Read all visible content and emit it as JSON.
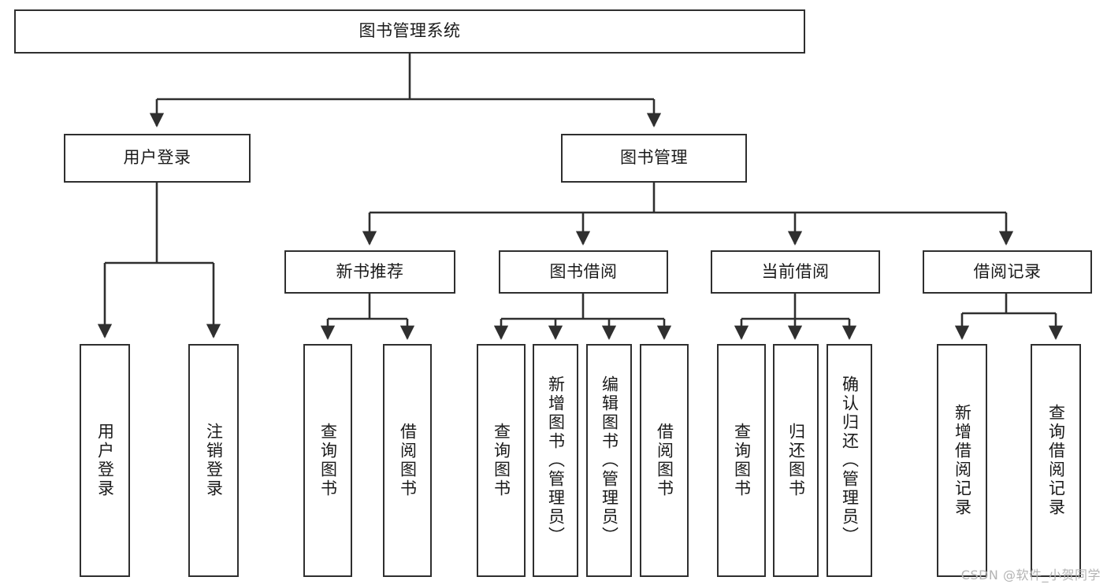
{
  "diagram": {
    "title": "图书管理系统",
    "type": "tree",
    "orientation": "top-down",
    "colors": {
      "box_border": "#2f2f2f",
      "box_fill": "#ffffff",
      "connector": "#2f2f2f",
      "text": "#1a1a1a",
      "watermark": "#b4b4b4",
      "background": "#ffffff"
    }
  },
  "root": {
    "label": "图书管理系统"
  },
  "level1": [
    {
      "id": "user-login",
      "label": "用户登录"
    },
    {
      "id": "book-management",
      "label": "图书管理"
    }
  ],
  "level2": [
    {
      "id": "new-book-recommend",
      "label": "新书推荐",
      "parent": "book-management"
    },
    {
      "id": "book-borrow",
      "label": "图书借阅",
      "parent": "book-management"
    },
    {
      "id": "current-borrow",
      "label": "当前借阅",
      "parent": "book-management"
    },
    {
      "id": "borrow-record",
      "label": "借阅记录",
      "parent": "book-management"
    }
  ],
  "leaves": [
    {
      "id": "leaf-user-login",
      "label": "用户登录",
      "parent": "user-login"
    },
    {
      "id": "leaf-logout",
      "label": "注销登录",
      "parent": "user-login"
    },
    {
      "id": "leaf-query-book-1",
      "label": "查询图书",
      "parent": "new-book-recommend"
    },
    {
      "id": "leaf-borrow-book-1",
      "label": "借阅图书",
      "parent": "new-book-recommend"
    },
    {
      "id": "leaf-query-book-2",
      "label": "查询图书",
      "parent": "book-borrow"
    },
    {
      "id": "leaf-add-book",
      "label": "新增图书（管理员）",
      "parent": "book-borrow"
    },
    {
      "id": "leaf-edit-book",
      "label": "编辑图书（管理员）",
      "parent": "book-borrow"
    },
    {
      "id": "leaf-borrow-book-2",
      "label": "借阅图书",
      "parent": "book-borrow"
    },
    {
      "id": "leaf-query-book-3",
      "label": "查询图书",
      "parent": "current-borrow"
    },
    {
      "id": "leaf-return-book",
      "label": "归还图书",
      "parent": "current-borrow"
    },
    {
      "id": "leaf-confirm-return",
      "label": "确认归还（管理员）",
      "parent": "current-borrow"
    },
    {
      "id": "leaf-add-record",
      "label": "新增借阅记录",
      "parent": "borrow-record"
    },
    {
      "id": "leaf-query-record",
      "label": "查询借阅记录",
      "parent": "borrow-record"
    }
  ],
  "watermark": {
    "text": "CSDN @软件_小贺同学"
  }
}
